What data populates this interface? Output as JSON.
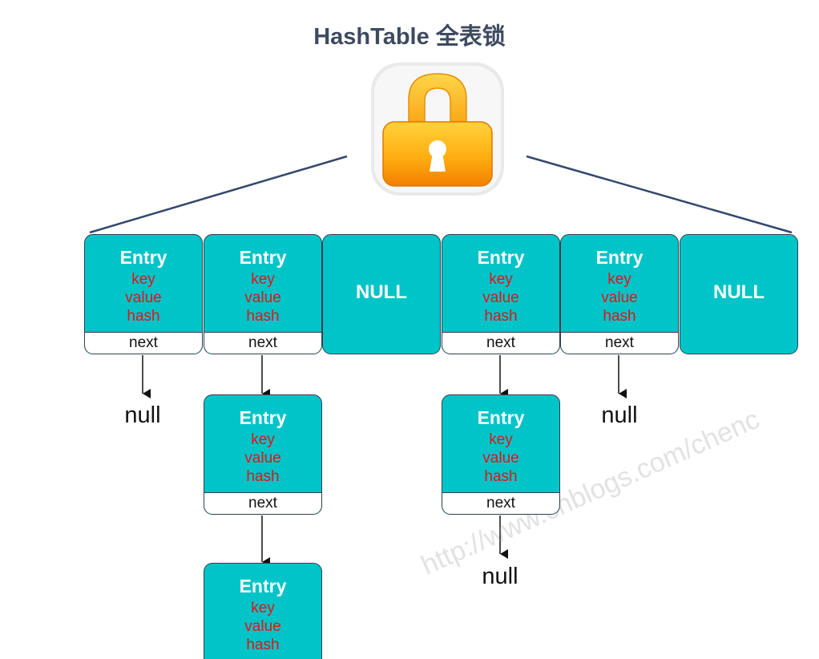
{
  "title": "HashTable 全表锁",
  "watermark": "http://www.cnblogs.com/chenc",
  "icons": {
    "lock": "padlock-icon"
  },
  "colors": {
    "cell": "#00c4c7",
    "field_text": "#e4141b",
    "title": "#3d4a60",
    "line": "#34476e"
  },
  "entry": {
    "label": "Entry",
    "fields": [
      "key",
      "value",
      "hash"
    ],
    "next_label": "next"
  },
  "null_cell_label": "NULL",
  "null_text": "null",
  "buckets": [
    "Entry",
    "Entry",
    "NULL",
    "Entry",
    "Entry",
    "NULL"
  ]
}
